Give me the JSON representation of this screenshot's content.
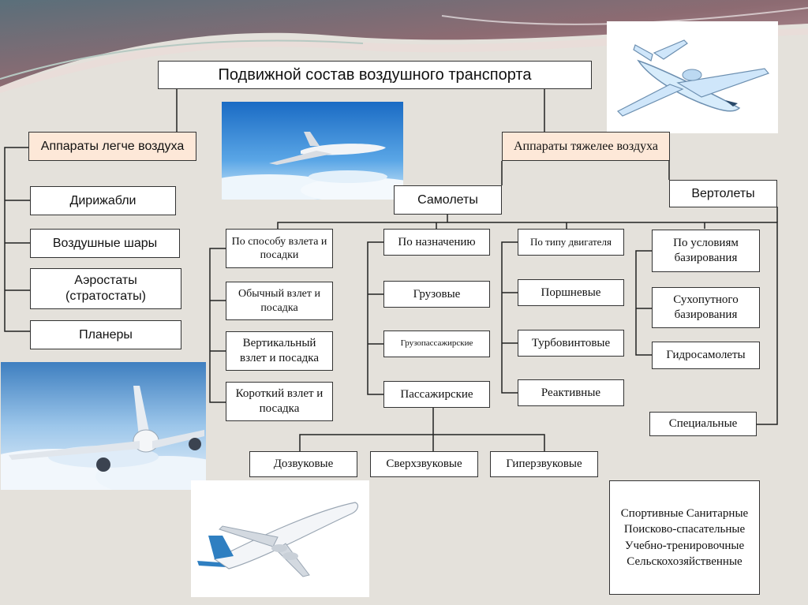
{
  "title": "Подвижной состав воздушного транспорта",
  "lighter": {
    "label": "Аппараты легче воздуха",
    "items": [
      "Дирижабли",
      "Воздушные шары",
      "Аэростаты (стратостаты)",
      "Планеры"
    ]
  },
  "heavier": {
    "label": "Аппараты тяжелее воздуха"
  },
  "planes": "Самолеты",
  "helicopters": "Вертолеты",
  "takeoff": {
    "label": "По способу взлета и посадки",
    "items": [
      "Обычный взлет и посадка",
      "Вертикальный взлет и посадка",
      "Короткий взлет и посадка"
    ]
  },
  "purpose": {
    "label": "По назначению",
    "items": [
      "Грузовые",
      "Грузопассажирские",
      "Пассажирские"
    ]
  },
  "engine": {
    "label": "По типу двигателя",
    "items": [
      "Поршневые",
      "Турбовинтовые",
      "Реактивные"
    ]
  },
  "basing": {
    "label": "По условиям базирования",
    "items": [
      "Сухопутного базирования",
      "Гидросамолеты"
    ]
  },
  "special": "Специальные",
  "speed": [
    "Дозвуковые",
    "Сверхзвуковые",
    "Гиперзвуковые"
  ],
  "special_list": "Спортивные Санитарные Поисково-спасательные Учебно-тренировочные Сельскохозяйственные",
  "colors": {
    "box_fill": "#ffffff",
    "peach": "#fde8d8",
    "background": "#e4e1db"
  }
}
